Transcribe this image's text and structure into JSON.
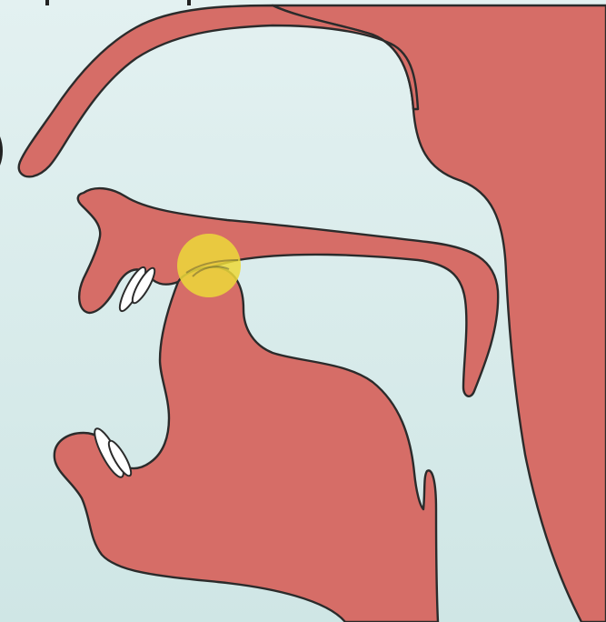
{
  "diagram": {
    "type": "sagittal-section-vocal-tract",
    "description_hidden": "",
    "colors": {
      "background_top": "#e3f1f1",
      "background_bottom": "#cfe6e5",
      "tissue": "#d66d67",
      "outline": "#2b2b2b",
      "teeth": "#ffffff",
      "highlight": "#ecd93a"
    },
    "highlight": {
      "shape": "circle",
      "opacity": 0.85
    },
    "parts": {
      "nasal_cavity": "nasal-cavity",
      "upper_lip": "upper-lip",
      "palate": "palate",
      "upper_teeth": "upper-teeth",
      "lower_teeth": "lower-teeth",
      "tongue": "tongue",
      "pharynx_wall": "pharynx-wall",
      "epiglottis": "epiglottis"
    }
  }
}
